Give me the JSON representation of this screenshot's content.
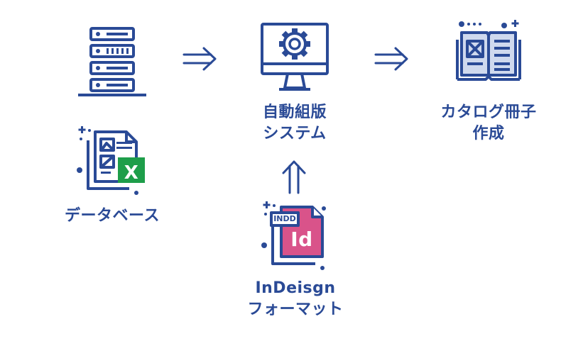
{
  "colors": {
    "primary": "#2a4a96",
    "excel_green": "#1e9e4a",
    "indesign_pink": "#d9538a",
    "paper_blue": "#cfd9ee"
  },
  "nodes": {
    "database": {
      "label": "データベース",
      "icon": "server-icon"
    },
    "excel": {
      "icon": "excel-document-icon",
      "badge": "X"
    },
    "system": {
      "label_line1": "自動組版",
      "label_line2": "システム",
      "icon": "monitor-gear-icon"
    },
    "indesign": {
      "label_line1": "InDeisgn",
      "label_line2": "フォーマット",
      "icon": "indesign-document-icon",
      "tag": "INDD",
      "badge": "Id"
    },
    "catalog": {
      "label_line1": "カタログ冊子",
      "label_line2": "作成",
      "icon": "open-book-icon"
    }
  },
  "arrows": {
    "server_to_system": {
      "icon": "double-arrow-right-icon"
    },
    "system_to_catalog": {
      "icon": "double-arrow-right-icon"
    },
    "indesign_to_system": {
      "icon": "double-arrow-up-icon"
    }
  }
}
